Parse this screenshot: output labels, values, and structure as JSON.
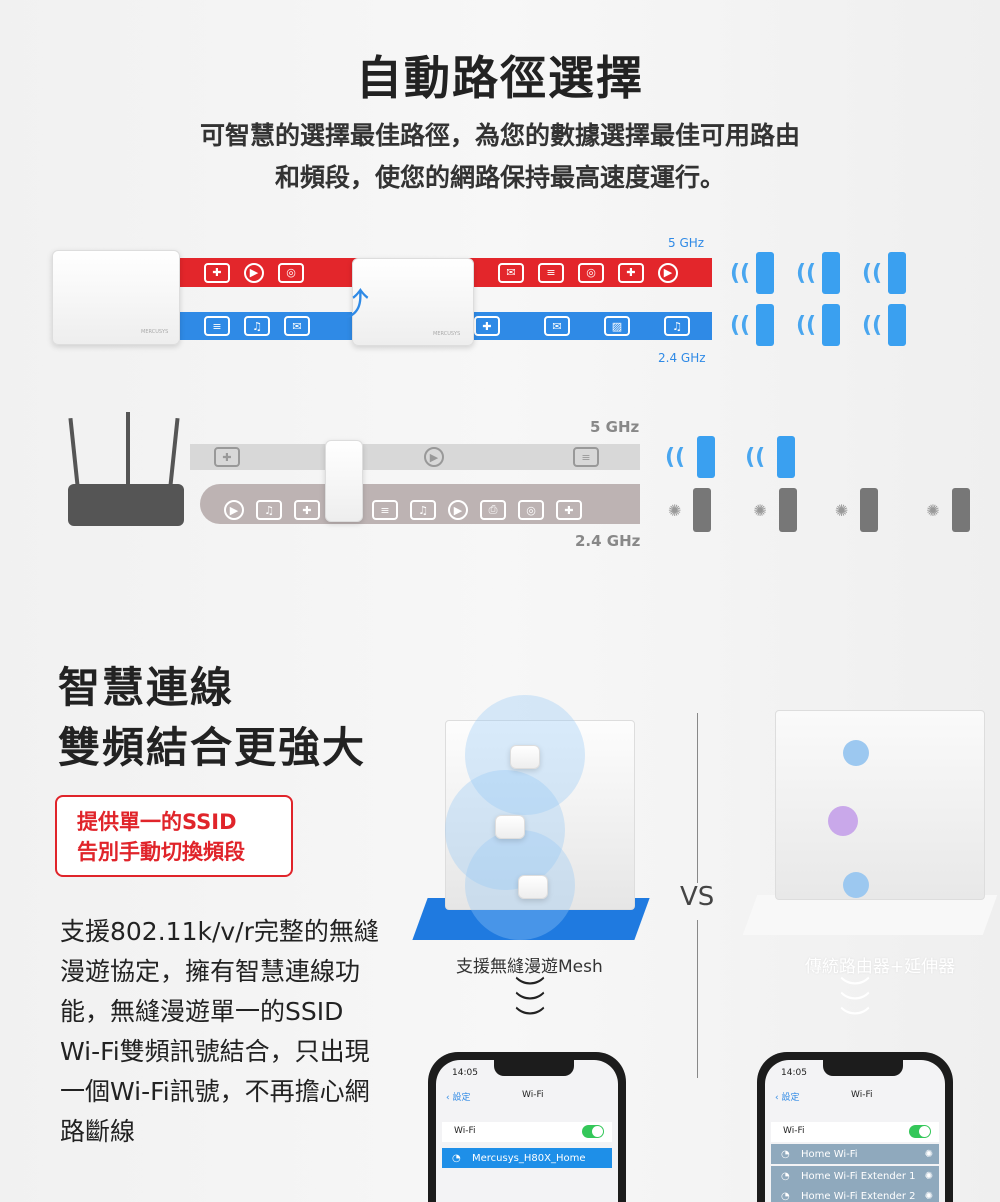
{
  "title": "自動路徑選擇",
  "subtitle": [
    "可智慧的選擇最佳路徑，為您的數據選擇最佳可用路由",
    "和頻段，使您的網路保持最高速度運行。"
  ],
  "diagram1": {
    "band_5": "5 GHz",
    "band_24": "2.4 GHz",
    "brand": "MERCUSYS"
  },
  "diagram2": {
    "band_5": "5 GHz",
    "band_24": "2.4 GHz"
  },
  "section2": {
    "heading": [
      "智慧連線",
      "雙頻結合更強大"
    ],
    "callout": [
      "提供單一的SSID",
      "告別手動切換頻段"
    ],
    "body": "支援802.11k/v/r完整的無縫漫遊協定，擁有智慧連線功能，無縫漫遊單一的SSID Wi-Fi雙頻訊號結合，只出現一個Wi-Fi訊號，不再擔心網路斷線",
    "left_caption": "支援無縫漫遊Mesh",
    "vs": "VS",
    "right_caption": "傳統路由器+延伸器"
  },
  "phone_left": {
    "time": "14:05",
    "back": "設定",
    "title": "Wi-Fi",
    "toggle_label": "Wi-Fi",
    "wifi_on": true,
    "networks": [
      "Mercusys_H80X_Home"
    ]
  },
  "phone_right": {
    "time": "14:05",
    "back": "設定",
    "title": "Wi-Fi",
    "toggle_label": "Wi-Fi",
    "wifi_on": true,
    "networks": [
      "Home Wi-Fi",
      "Home Wi-Fi Extender 1",
      "Home Wi-Fi Extender 2"
    ]
  },
  "colors": {
    "red": "#e0242a",
    "blue": "#2f8ae6",
    "grey": "#9e9e9e"
  }
}
